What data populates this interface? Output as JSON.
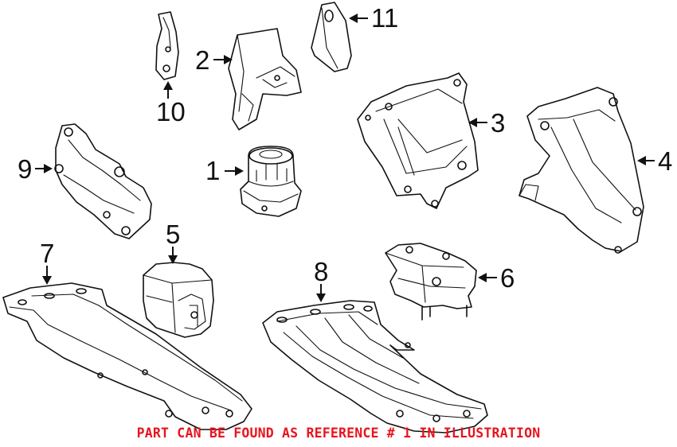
{
  "callouts": [
    {
      "id": "1",
      "label": "1"
    },
    {
      "id": "2",
      "label": "2"
    },
    {
      "id": "3",
      "label": "3"
    },
    {
      "id": "4",
      "label": "4"
    },
    {
      "id": "5",
      "label": "5"
    },
    {
      "id": "6",
      "label": "6"
    },
    {
      "id": "7",
      "label": "7"
    },
    {
      "id": "8",
      "label": "8"
    },
    {
      "id": "9",
      "label": "9"
    },
    {
      "id": "10",
      "label": "10"
    },
    {
      "id": "11",
      "label": "11"
    }
  ],
  "footer": {
    "note": "PART CAN BE FOUND AS REFERENCE # 1 IN ILLUSTRATION",
    "color": "#e8141e"
  }
}
